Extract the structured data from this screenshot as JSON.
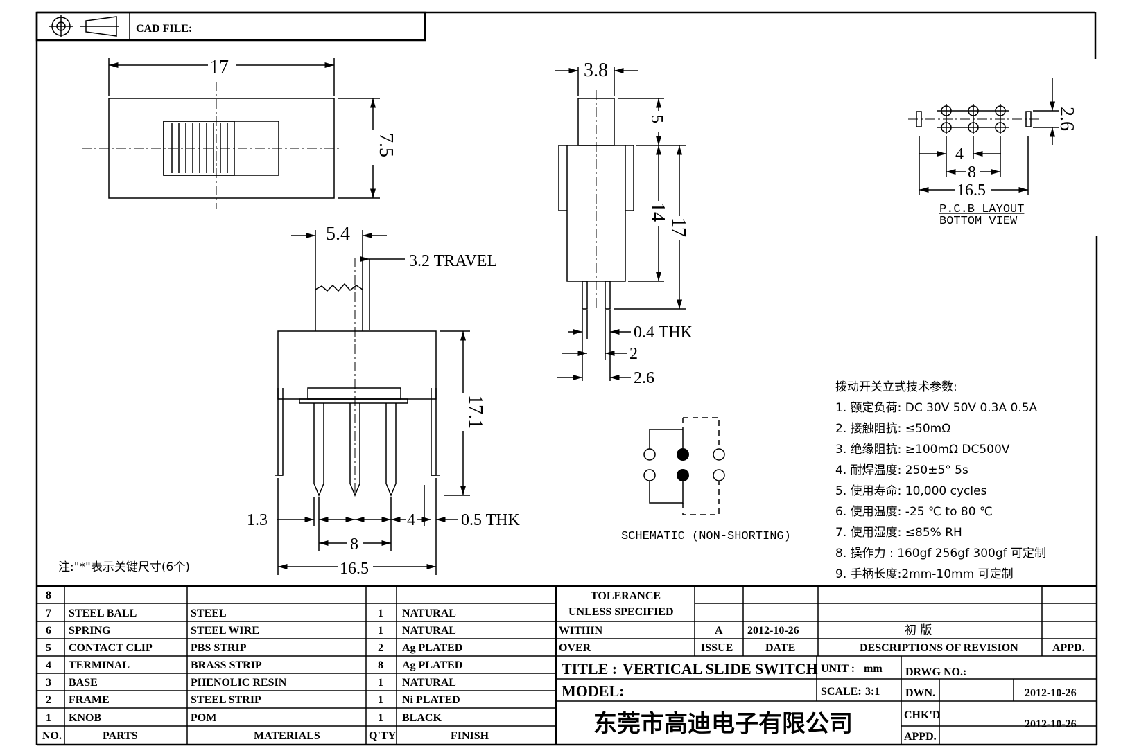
{
  "header": {
    "cad_file_label": "CAD FILE:"
  },
  "top_view": {
    "dim_width": "17",
    "dim_height": "7.5"
  },
  "front_view": {
    "dim_knob_width": "5.4",
    "dim_travel": "3.2 TRAVEL",
    "dim_height": "17.1",
    "dim_left_offset": "1.3",
    "dim_pin_pitch": "4",
    "dim_thk": "0.5 THK",
    "dim_pin_span": "8",
    "dim_total": "16.5"
  },
  "side_view": {
    "dim_knob": "3.8",
    "dim_knob_height": "5",
    "dim_body": "14",
    "dim_total": "17",
    "dim_thk": "0.4 THK",
    "dim_pin_gap": "2",
    "dim_pin_outer": "2.6"
  },
  "pcb": {
    "dim_row": "2.6",
    "dim_pitch": "4",
    "dim_span": "8",
    "dim_total": "16.5",
    "title": "P.C.B LAYOUT",
    "subtitle": "BOTTOM VIEW"
  },
  "schematic": {
    "label": "SCHEMATIC (NON-SHORTING)"
  },
  "note": "注:\"*\"表示关键尺寸(6个)",
  "specs": {
    "title": "拨动开关立式技术参数:",
    "items": [
      "1.  额定负荷: DC 30V    50V    0.3A    0.5A",
      "2.  接触阻抗: ≤50mΩ",
      "3.  绝缘阻抗: ≥100mΩ   DC500V",
      "4.  耐焊温度: 250±5°  5s",
      "5.  使用寿命: 10,000 cycles",
      "6.  使用温度: -25  ℃  to 80  ℃",
      "7.  使用湿度: ≤85% RH",
      "8.  操作力 : 160gf    256gf    300gf  可定制",
      "9.  手柄长度:2mm-10mm   可定制"
    ]
  },
  "bom": {
    "headers": {
      "no": "NO.",
      "parts": "PARTS",
      "materials": "MATERIALS",
      "qty": "Q'TY",
      "finish": "FINISH"
    },
    "rows": [
      {
        "no": "8",
        "part": "",
        "material": "",
        "qty": "",
        "finish": ""
      },
      {
        "no": "7",
        "part": "STEEL BALL",
        "material": "STEEL",
        "qty": "1",
        "finish": "NATURAL"
      },
      {
        "no": "6",
        "part": "SPRING",
        "material": "STEEL WIRE",
        "qty": "1",
        "finish": "NATURAL"
      },
      {
        "no": "5",
        "part": "CONTACT CLIP",
        "material": "PBS STRIP",
        "qty": "2",
        "finish": "Ag PLATED"
      },
      {
        "no": "4",
        "part": "TERMINAL",
        "material": "BRASS STRIP",
        "qty": "8",
        "finish": "Ag PLATED"
      },
      {
        "no": "3",
        "part": "BASE",
        "material": "PHENOLIC RESIN",
        "qty": "1",
        "finish": "NATURAL"
      },
      {
        "no": "2",
        "part": "FRAME",
        "material": "STEEL STRIP",
        "qty": "1",
        "finish": "Ni PLATED"
      },
      {
        "no": "1",
        "part": "KNOB",
        "material": "POM",
        "qty": "1",
        "finish": "BLACK"
      }
    ]
  },
  "title_block": {
    "tolerance": "TOLERANCE",
    "unless": "UNLESS   SPECIFIED",
    "within": "WITHIN",
    "over": "OVER",
    "rev_issue": "A",
    "rev_date": "2012-10-26",
    "rev_desc": "初   版",
    "issue_label": "ISSUE",
    "date_label": "DATE",
    "desc_label": "DESCRIPTIONS  OF  REVISION",
    "appd_label": "APPD.",
    "title_label": "TITLE :",
    "title_value": "VERTICAL  SLIDE  SWITCH",
    "unit_label": "UNIT :",
    "unit_value": "mm",
    "drwg_label": "DRWG  NO.:",
    "model_label": "MODEL:",
    "scale_label": "SCALE:",
    "scale_value": "3:1",
    "dwn_label": "DWN.",
    "dwn_date": "2012-10-26",
    "chkd_label": "CHK'D",
    "chkd_date": "2012-10-26",
    "appd2_label": "APPD.",
    "company": "东莞市高迪电子有限公司"
  }
}
